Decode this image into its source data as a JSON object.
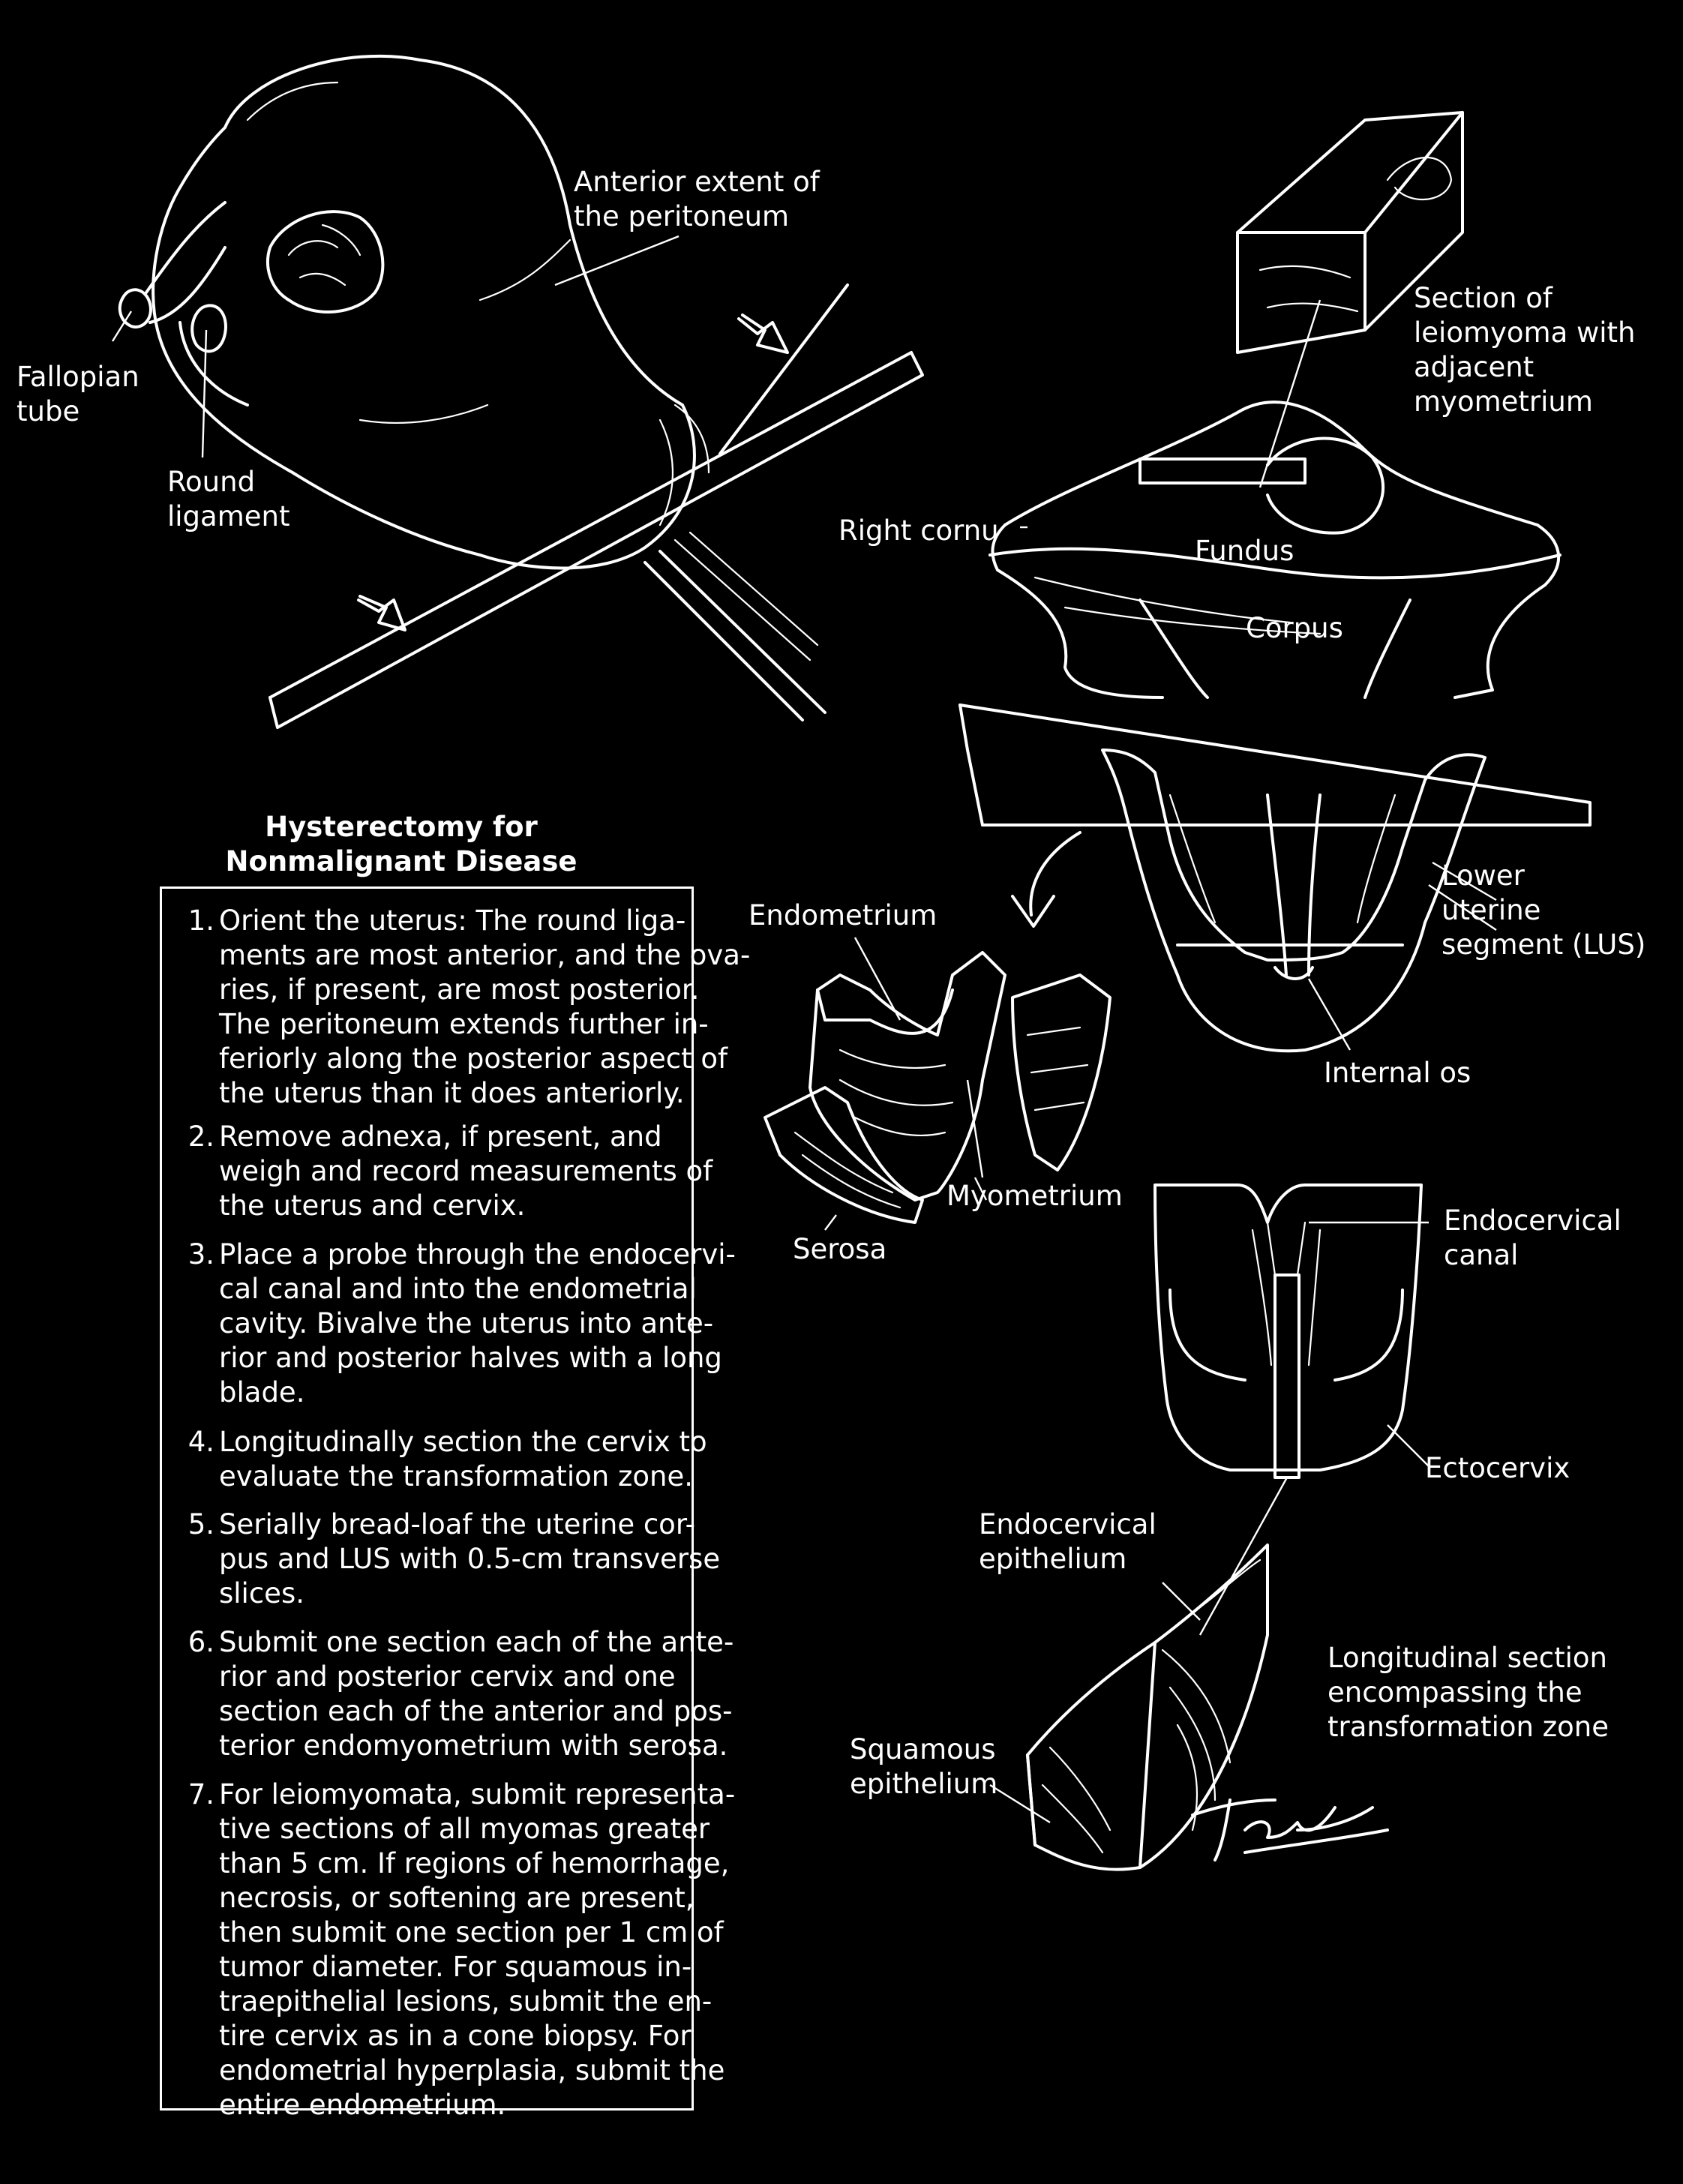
{
  "labels": {
    "fallopian_tube": "Fallopian\ntube",
    "round_ligament": "Round\nligament",
    "anterior_peritoneum": "Anterior extent of\nthe peritoneum",
    "section_leiomyoma": "Section of\nleiomyoma with\nadjacent\nmyometrium",
    "right_cornu": "Right cornu",
    "fundus": "Fundus",
    "corpus": "Corpus",
    "lower_uterine_segment": "Lower\nuterine\nsegment (LUS)",
    "internal_os": "Internal os",
    "endometrium": "Endometrium",
    "myometrium": "Myometrium",
    "serosa": "Serosa",
    "endocervical_canal": "Endocervical\ncanal",
    "ectocervix": "Ectocervix",
    "endocervical_epithelium": "Endocervical\nepithelium",
    "longitudinal_section": "Longitudinal section\nencompassing the\ntransformation zone",
    "squamous_epithelium": "Squamous\nepithelium"
  },
  "signature": "TPaselm",
  "heading": {
    "line1": "Hysterectomy for",
    "line2": "Nonmalignant Disease"
  },
  "steps": [
    {
      "num": "1.",
      "text": "Orient the uterus: The round liga-\nments are most anterior, and the ova-\nries, if present, are most posterior.\nThe peritoneum extends further in-\nferiorly along the posterior aspect of\nthe uterus than it does anteriorly."
    },
    {
      "num": "2.",
      "text": "Remove adnexa, if present, and\nweigh and record measurements of\nthe uterus and cervix."
    },
    {
      "num": "3.",
      "text": "Place a probe through the endocervi-\ncal canal and into the endometrial\ncavity. Bivalve the uterus into ante-\nrior and posterior halves with a long\nblade."
    },
    {
      "num": "4.",
      "text": "Longitudinally section the cervix to\nevaluate the transformation zone."
    },
    {
      "num": "5.",
      "text": "Serially bread-loaf the uterine cor-\npus and LUS with 0.5-cm transverse\nslices."
    },
    {
      "num": "6.",
      "text": "Submit one section each of the ante-\nrior and posterior cervix and one\nsection each of the anterior and pos-\nterior endomyometrium with serosa."
    },
    {
      "num": "7.",
      "text": "For leiomyomata, submit representa-\ntive sections of all myomas greater\nthan 5 cm. If regions of hemorrhage,\nnecrosis, or softening are present,\nthen submit one section per 1 cm of\ntumor diameter. For squamous in-\ntraepithelial lesions, submit the en-\ntire cervix as in a cone biopsy. For\nendometrial hyperplasia, submit the\nentire endometrium."
    }
  ]
}
